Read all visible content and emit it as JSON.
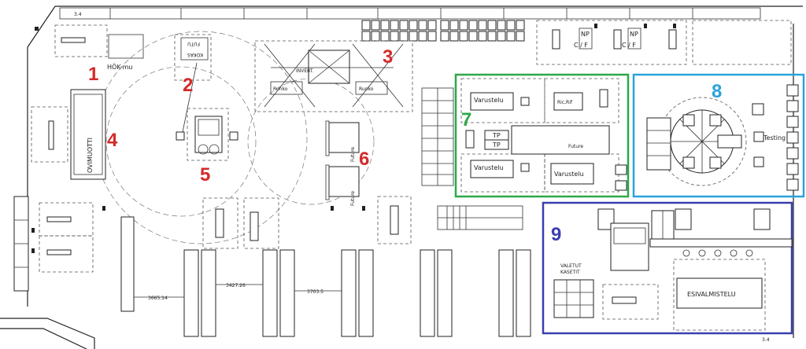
{
  "labels": {
    "dim_top_left": "3.4",
    "dim_bottom_right": "3.4",
    "hok": "HÖK-mu",
    "futu": "FUTU",
    "kokas": "KOKAS",
    "invertointi": "INVERT.",
    "runko_left": "Runko",
    "runko_right": "Runko",
    "ovimuotti": "OVIMUOTTI",
    "future_a": "Future",
    "future_b": "Future",
    "varustelu_1": "Varustelu",
    "varustelu_2": "Varustelu",
    "varustelu_3": "Varustelu",
    "ric_rif": "Ric,Rif",
    "tp_1": "TP",
    "tp_2": "TP",
    "future_small": "Future",
    "testing": "Testing",
    "np_1": "NP",
    "np_2": "NP",
    "cf_1": "C / F",
    "cf_2": "C / F",
    "valetut_1": "VALETUT",
    "valetut_2": "KASETIT",
    "esivalmistelu": "ESIVALMISTELU",
    "dim_a": "3665.14",
    "dim_b": "3427.26",
    "dim_c": "3703.5"
  },
  "zones": {
    "z1": "1",
    "z2": "2",
    "z3": "3",
    "z4": "4",
    "z5": "5",
    "z6": "6",
    "z7": "7",
    "z8": "8",
    "z9": "9"
  },
  "colors": {
    "zone_number": "#d42a2a",
    "zone7": "#2ea84a",
    "zone8": "#2aa3dc",
    "zone9": "#3a3fae",
    "line": "#222222",
    "dash": "#555555"
  }
}
